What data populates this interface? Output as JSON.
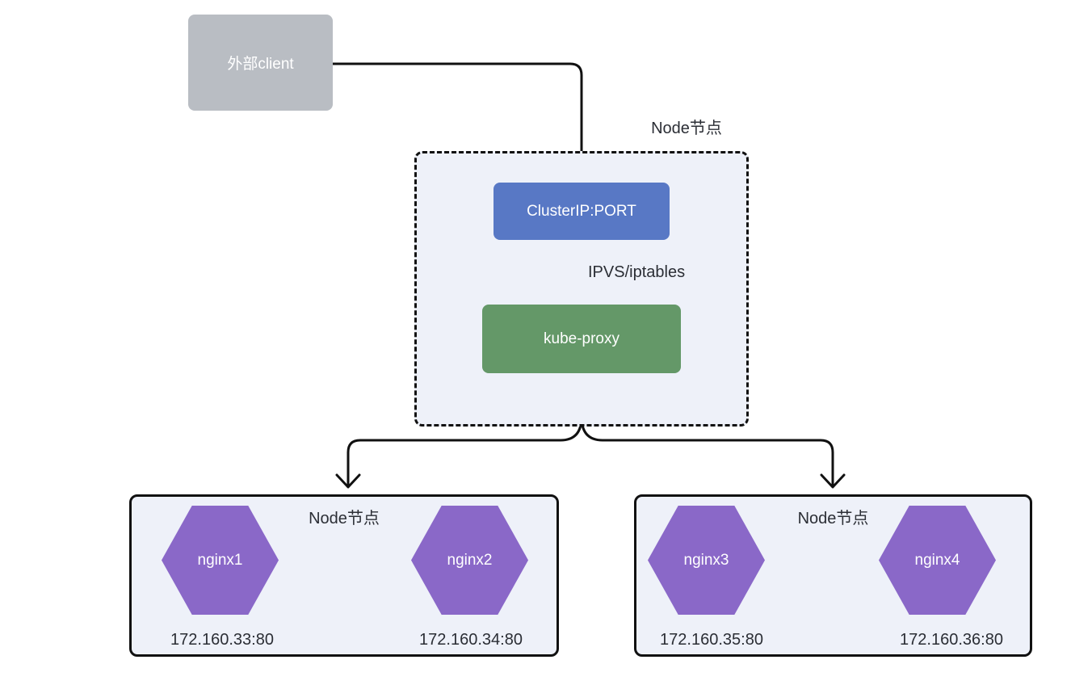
{
  "diagram": {
    "external_client": {
      "label": "外部client"
    },
    "gateway_node": {
      "label": "Node节点",
      "cluster_ip_label": "ClusterIP:PORT",
      "kube_proxy_label": "kube-proxy",
      "edge_label": "IPVS/iptables"
    },
    "worker_nodes": [
      {
        "label": "Node节点",
        "pods": [
          {
            "name": "nginx1",
            "endpoint": "172.160.33:80"
          },
          {
            "name": "nginx2",
            "endpoint": "172.160.34:80"
          }
        ]
      },
      {
        "label": "Node节点",
        "pods": [
          {
            "name": "nginx3",
            "endpoint": "172.160.35:80"
          },
          {
            "name": "nginx4",
            "endpoint": "172.160.36:80"
          }
        ]
      }
    ],
    "colors": {
      "client_fill": "#b9bdc3",
      "cluster_ip_fill": "#5878c5",
      "kube_proxy_fill": "#649868",
      "pod_fill": "#8a68c8",
      "node_fill": "#eef1f9",
      "connector": "#111111",
      "text_dark": "#2b2e35",
      "text_light": "#ffffff"
    }
  }
}
